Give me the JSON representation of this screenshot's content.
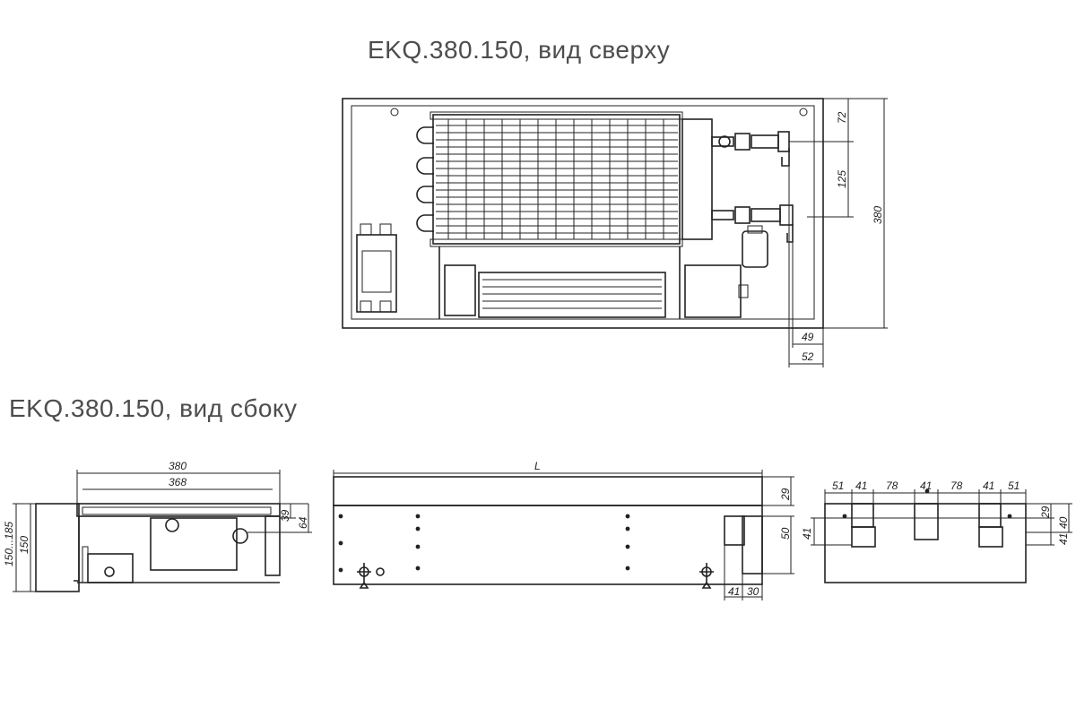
{
  "headings": {
    "top_view": "EKQ.380.150, вид сверху",
    "side_view": "EKQ.380.150, вид сбоку"
  },
  "dimensions": {
    "top": {
      "d72": "72",
      "d125": "125",
      "d380": "380",
      "d49": "49",
      "d52": "52"
    },
    "side_left": {
      "d380": "380",
      "d368": "368",
      "d39": "39",
      "d64": "64",
      "d150_185": "150...185",
      "d150": "150"
    },
    "side_center": {
      "L": "L",
      "d29": "29",
      "d50": "50",
      "d41": "41",
      "d30": "30"
    },
    "side_right": {
      "d51a": "51",
      "d41a": "41",
      "d78a": "78",
      "d41b": "41",
      "d78b": "78",
      "d41c": "41",
      "d51b": "51",
      "d29": "29",
      "d40": "40",
      "d41v": "41",
      "d41h": "41"
    }
  }
}
